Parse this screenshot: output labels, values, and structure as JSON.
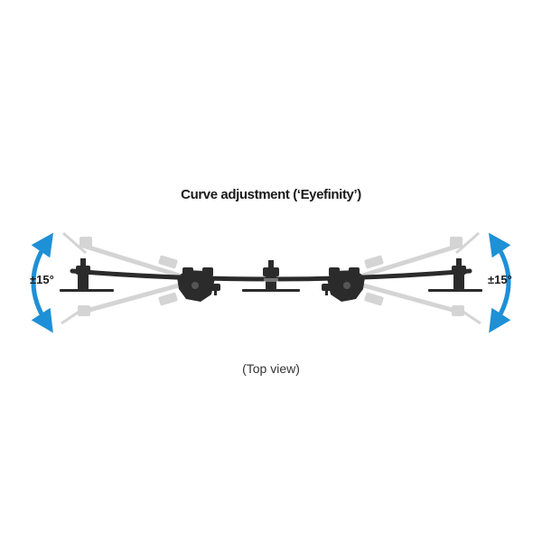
{
  "title": "Curve adjustment (‘Eyefinity’)",
  "caption": "(Top view)",
  "angle_left": "±15°",
  "angle_right": "±15°",
  "colors": {
    "arrow": "#1e90d6",
    "mount": "#2b2b2b",
    "ghost": "#cfcfcf",
    "text": "#1a1a1a"
  },
  "icons": {
    "rotation_arrow": "curved-double-arrow",
    "mount": "monitor-arm-mount"
  }
}
